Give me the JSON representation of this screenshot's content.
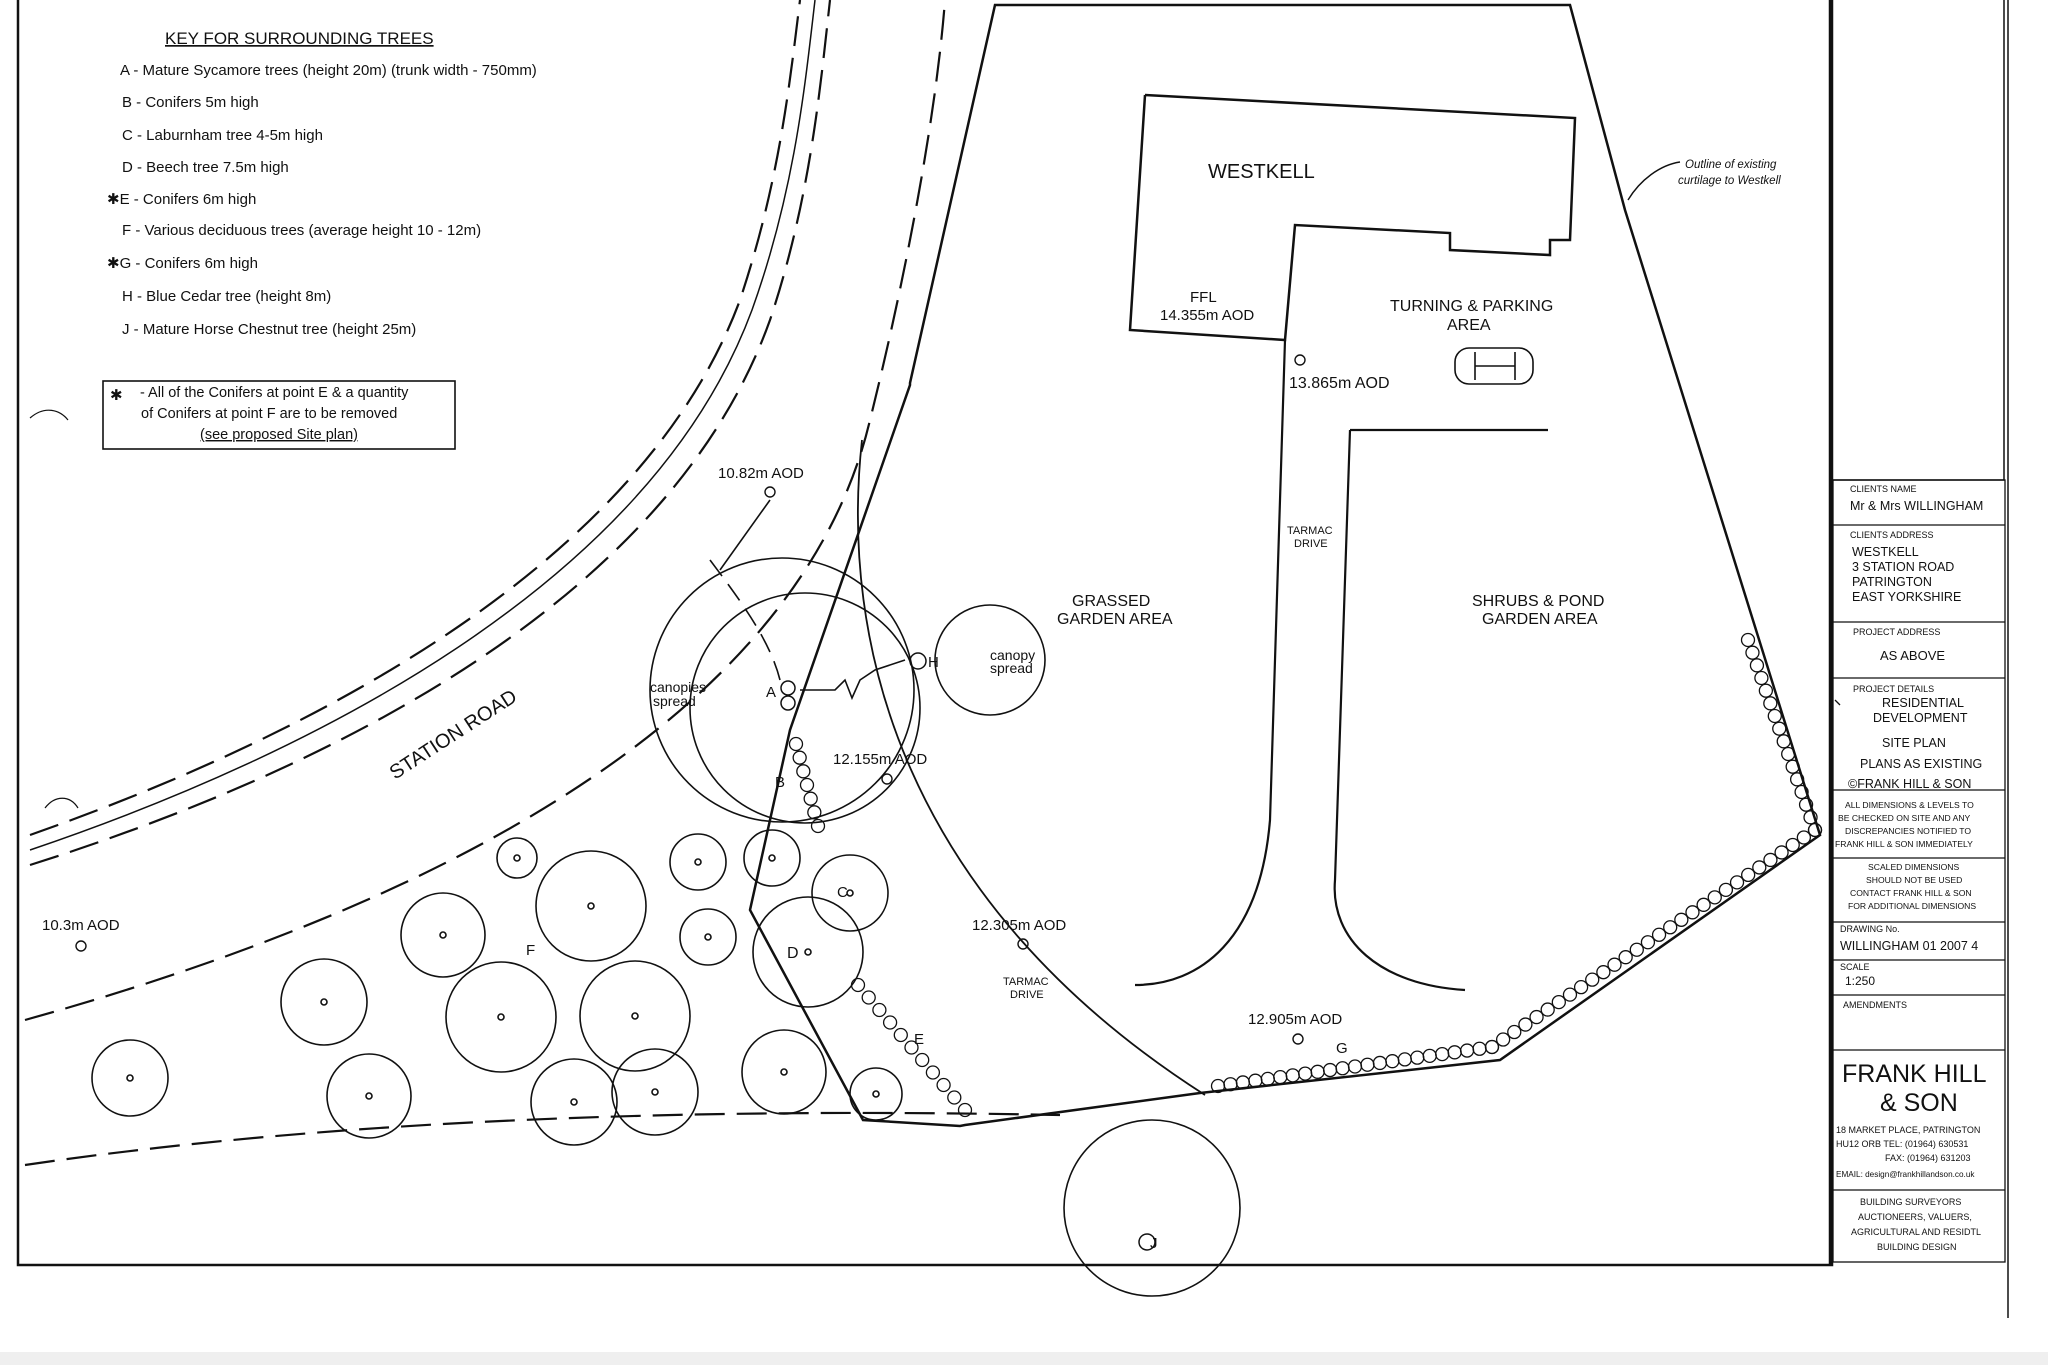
{
  "key": {
    "title": "KEY FOR SURROUNDING TREES",
    "items": [
      "A - Mature Sycamore trees (height 20m) (trunk width - 750mm)",
      "B - Conifers 5m high",
      "C - Laburnham tree 4-5m high",
      "D - Beech tree 7.5m high",
      "✱E - Conifers 6m high",
      "F - Various deciduous trees (average height 10 - 12m)",
      "✱G - Conifers 6m high",
      "H - Blue Cedar tree (height 8m)",
      "J - Mature Horse Chestnut tree (height 25m)"
    ],
    "note_star": "✱",
    "note_lines": [
      "- All of the Conifers at point E & a quantity",
      "of Conifers at point F are to be removed",
      "(see proposed Site plan)"
    ]
  },
  "plan": {
    "building": "WESTKELL",
    "ffl_label": "FFL",
    "ffl_value": "14.355m AOD",
    "turning_1": "TURNING & PARKING",
    "turning_2": "AREA",
    "level_13865": "13.865m AOD",
    "level_1082": "10.82m AOD",
    "level_12155": "12.155m AOD",
    "level_12305": "12.305m AOD",
    "level_12905": "12.905m AOD",
    "level_103": "10.3m AOD",
    "curtilage_1": "Outline of existing",
    "curtilage_2": "curtilage to Westkell",
    "tarmac_1": "TARMAC",
    "drive": "DRIVE",
    "grassed_1": "GRASSED",
    "grassed_2": "GARDEN AREA",
    "shrubs_1": "SHRUBS & POND",
    "shrubs_2": "GARDEN AREA",
    "canopies_1": "canopies",
    "canopies_2": "spread",
    "canopy_1": "canopy",
    "canopy_2": "spread",
    "road": "STATION ROAD",
    "lbl_A": "A",
    "lbl_B": "B",
    "lbl_C": "C",
    "lbl_D": "D",
    "lbl_E": "E",
    "lbl_F": "F",
    "lbl_G": "G",
    "lbl_H": "H",
    "lbl_J": "J"
  },
  "title_block": {
    "clients_name_label": "CLIENTS NAME",
    "clients_name": "Mr & Mrs WILLINGHAM",
    "clients_address_label": "CLIENTS ADDRESS",
    "address_lines": [
      "WESTKELL",
      "3 STATION ROAD",
      "PATRINGTON",
      "EAST YORKSHIRE"
    ],
    "project_address_label": "PROJECT ADDRESS",
    "project_address": "AS ABOVE",
    "project_details_label": "PROJECT DETAILS",
    "details_lines": [
      "RESIDENTIAL",
      "DEVELOPMENT",
      "SITE PLAN",
      "PLANS AS EXISTING"
    ],
    "copyright": "©FRANK HILL & SON",
    "dimensions_lines": [
      "ALL DIMENSIONS & LEVELS TO",
      "BE CHECKED ON SITE AND ANY",
      "DISCREPANCIES NOTIFIED TO",
      "FRANK HILL & SON IMMEDIATELY"
    ],
    "scaled_lines": [
      "SCALED DIMENSIONS",
      "SHOULD NOT BE USED",
      "CONTACT FRANK HILL & SON",
      "FOR ADDITIONAL DIMENSIONS"
    ],
    "drawing_no_label": "DRAWING No.",
    "drawing_no": "WILLINGHAM 01 2007   4",
    "scale_label": "SCALE",
    "scale": "1:250",
    "amendments_label": "AMENDMENTS",
    "firm_1": "FRANK HILL",
    "firm_2": "& SON",
    "contact_lines": [
      "18 MARKET PLACE, PATRINGTON",
      "HU12 ORB   TEL: (01964) 630531",
      "FAX: (01964) 631203",
      "EMAIL: design@frankhillandson.co.uk"
    ],
    "services_lines": [
      "BUILDING SURVEYORS",
      "AUCTIONEERS, VALUERS,",
      "AGRICULTURAL AND RESIDTL",
      "BUILDING DESIGN"
    ]
  }
}
